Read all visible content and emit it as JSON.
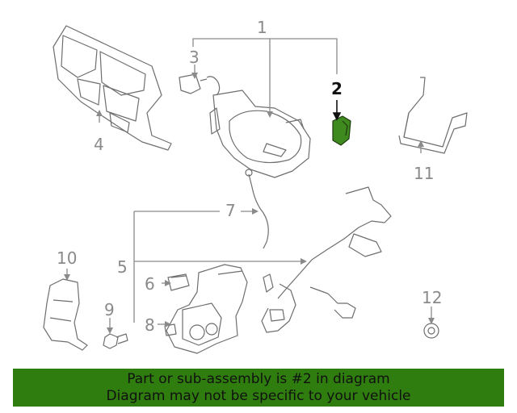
{
  "callouts": {
    "c1": "1",
    "c2": "2",
    "c3": "3",
    "c4": "4",
    "c5": "5",
    "c6": "6",
    "c7": "7",
    "c8": "8",
    "c9": "9",
    "c10": "10",
    "c11": "11",
    "c12": "12"
  },
  "highlighted_part": "2",
  "colors": {
    "highlight_part": "#3f8a1e",
    "banner_bg": "#2e7d0e",
    "line": "#8a8a8a"
  },
  "banner": {
    "line1": "Part or sub-assembly is #2 in diagram",
    "line2": "Diagram may not be specific to your vehicle"
  }
}
